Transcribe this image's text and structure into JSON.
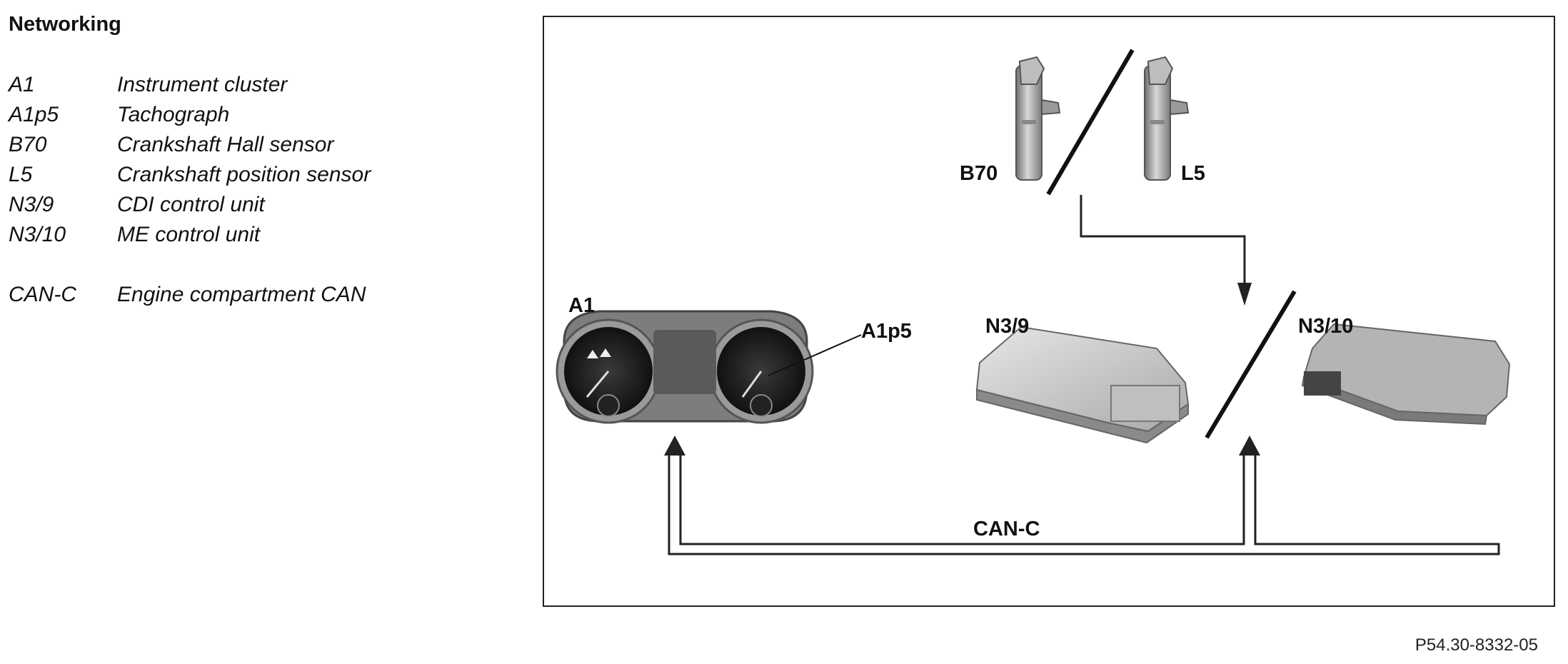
{
  "legend": {
    "title": "Networking",
    "items": [
      {
        "code": "A1",
        "desc": "Instrument cluster"
      },
      {
        "code": "A1p5",
        "desc": "Tachograph"
      },
      {
        "code": "B70",
        "desc": "Crankshaft Hall sensor"
      },
      {
        "code": "L5",
        "desc": "Crankshaft position sensor"
      },
      {
        "code": "N3/9",
        "desc": "CDI control unit"
      },
      {
        "code": "N3/10",
        "desc": "ME control unit"
      }
    ],
    "bus": {
      "code": "CAN-C",
      "desc": "Engine compartment CAN"
    }
  },
  "diagram": {
    "labels": {
      "a1": "A1",
      "a1p5": "A1p5",
      "b70": "B70",
      "l5": "L5",
      "n3_9": "N3/9",
      "n3_10": "N3/10",
      "can_c": "CAN-C"
    }
  },
  "ref_code": "P54.30-8332-05"
}
